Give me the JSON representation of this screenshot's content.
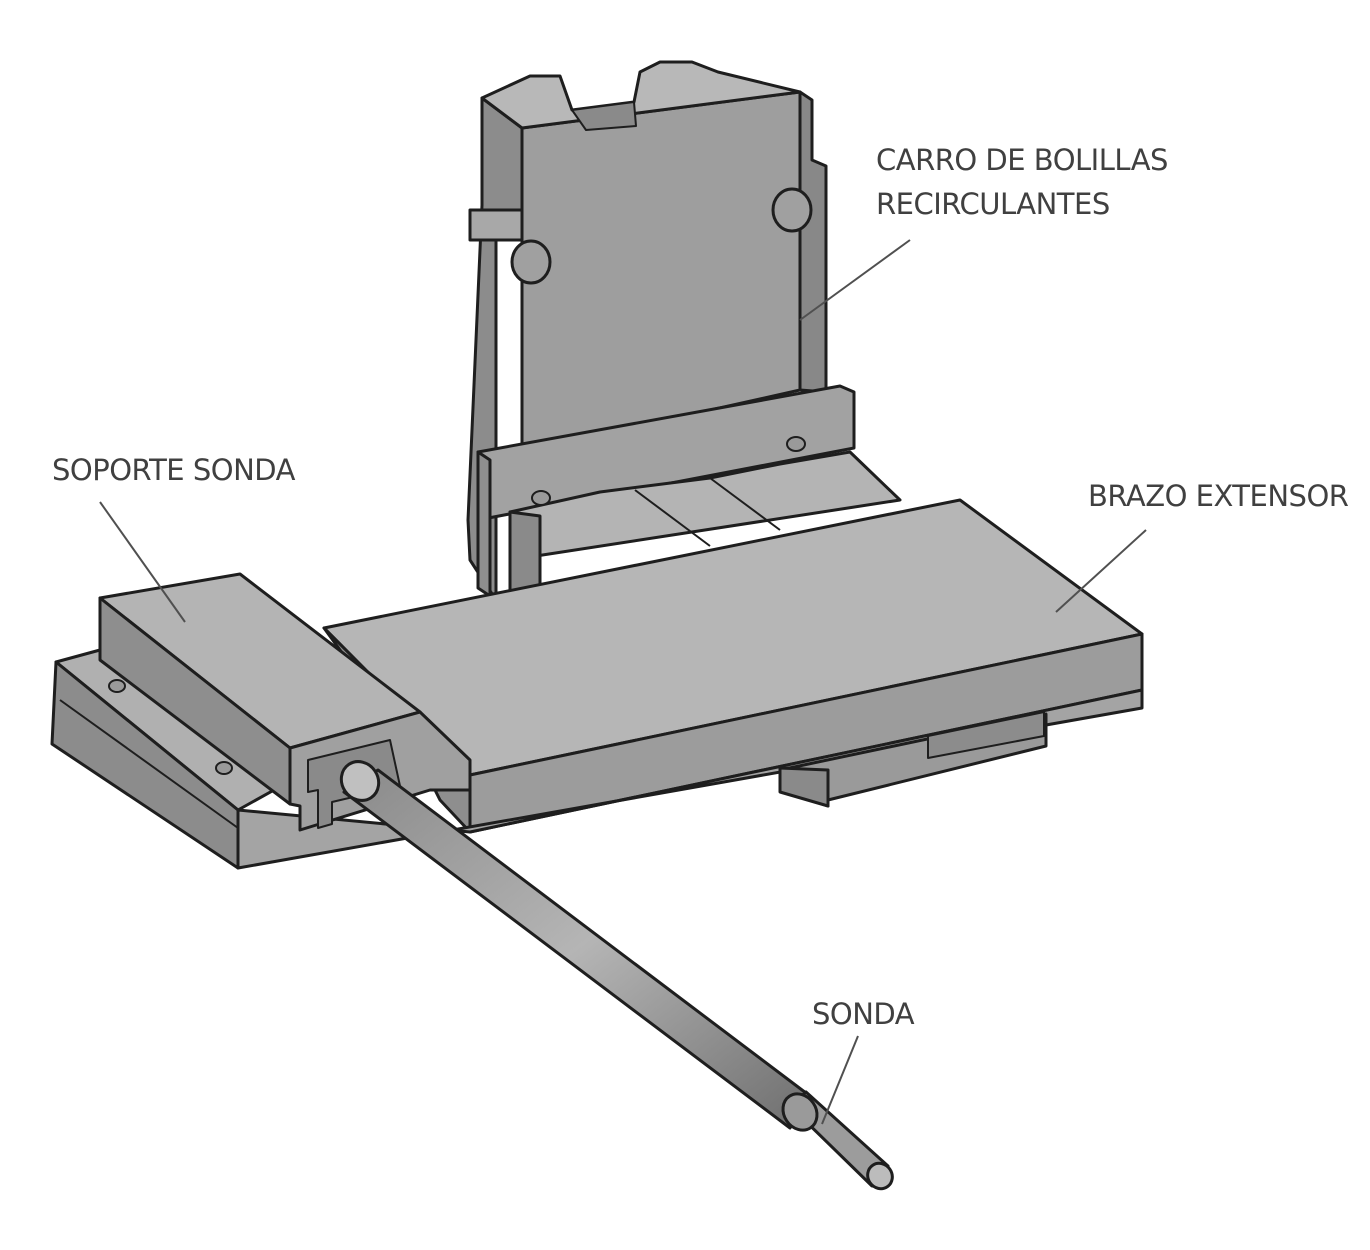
{
  "labels": {
    "carro_line1": "CARRO DE BOLILLAS",
    "carro_line2": "RECIRCULANTES",
    "soporte_sonda": "SOPORTE SONDA",
    "brazo_extensor": "BRAZO EXTENSOR",
    "sonda": "SONDA"
  },
  "colors": {
    "face_light": "#b3b3b3",
    "face_mid": "#9a9a9a",
    "face_dark": "#7e7e7e",
    "face_darker": "#6a6a6a",
    "outline": "#1e1e1e",
    "label_text": "#404040"
  }
}
